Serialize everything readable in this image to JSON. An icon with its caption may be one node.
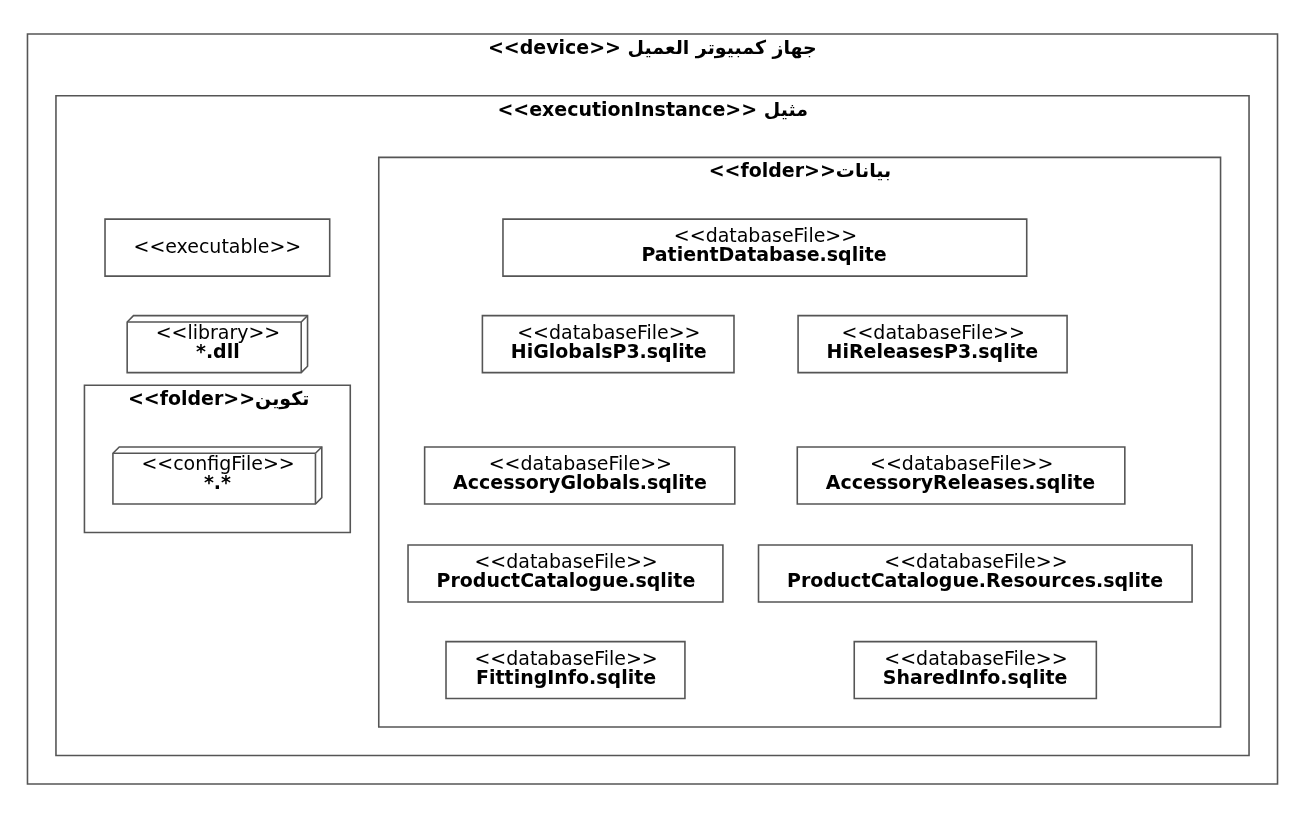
{
  "diagram": {
    "nodes": [
      {
        "text": [
          "<<device>> جهاز كمبيوتر العميل"
        ]
      },
      {
        "text": [
          "<<executionInstance>> مثيل"
        ],
        "in": 0
      },
      {
        "text": [
          "<<executable>>"
        ],
        "in": 1
      },
      {
        "text": [
          "<<library>>",
          "*.dll"
        ],
        "in": 1
      },
      {
        "text": [
          "<<folder>>تكوين"
        ],
        "in": 1
      },
      {
        "text": [
          "<<configFile>>",
          "*.*"
        ],
        "in": 4
      },
      {
        "text": [
          "<<folder>>بيانات"
        ],
        "in": 1
      },
      {
        "text": [
          "<<databaseFile>>",
          "PatientDatabase.sqlite"
        ],
        "in": 6
      },
      {
        "text": [
          "<<databaseFile>>",
          "HiGlobalsP3.sqlite"
        ],
        "in": 6
      },
      {
        "text": [
          "<<databaseFile>>",
          "HiReleasesP3.sqlite"
        ],
        "in": 6
      },
      {
        "text": [
          "<<databaseFile>>",
          "AccessoryGlobals.sqlite"
        ],
        "in": 6
      },
      {
        "text": [
          "<<databaseFile>>",
          "AccessoryReleases.sqlite"
        ],
        "in": 6
      },
      {
        "text": [
          "<<databaseFile>>",
          "ProductCatalogue.sqlite"
        ],
        "in": 6
      },
      {
        "text": [
          "<<databaseFile>>",
          "ProductCatalogue.Resources.sqlite"
        ],
        "in": 6
      },
      {
        "text": [
          "<<databaseFile>>",
          "FittingInfo.sqlite"
        ],
        "in": 6
      },
      {
        "text": [
          "<<databaseFile>>",
          "SharedInfo.sqlite"
        ],
        "in": 6
      }
    ],
    "edges": []
  }
}
